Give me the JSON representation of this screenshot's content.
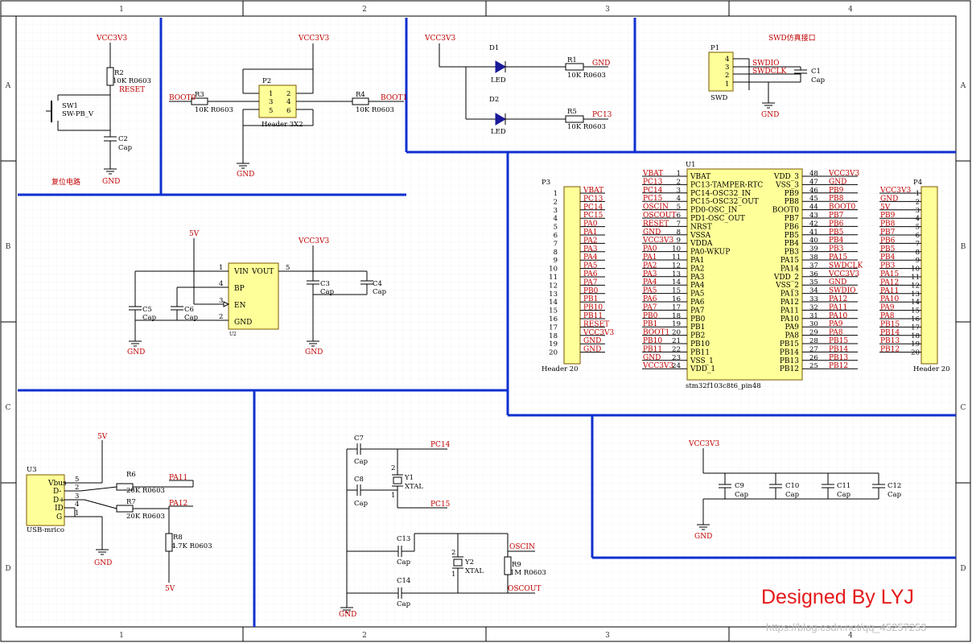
{
  "border": {
    "columns": [
      "1",
      "2",
      "3",
      "4"
    ],
    "rows": [
      "A",
      "B",
      "C",
      "D"
    ]
  },
  "reset": {
    "vcc": "VCC3V3",
    "r2": "R2",
    "r2_val": "10K R0603",
    "net": "RESET",
    "sw": "SW1",
    "sw_type": "SW-PB_V",
    "c2": "C2",
    "c2_val": "Cap",
    "gnd": "GND",
    "title": "复位电路"
  },
  "boot": {
    "vcc": "VCC3V3",
    "p2": "P2",
    "p2_type": "Header 3X2",
    "pins": [
      "1",
      "2",
      "3",
      "4",
      "5",
      "6"
    ],
    "boot0": "BOOT0",
    "r3": "R3",
    "r3_val": "10K R0603",
    "r4": "R4",
    "r4_val": "10K R0603",
    "boot1": "BOOT1",
    "gnd": "GND"
  },
  "leds": {
    "vcc": "VCC3V3",
    "d1": "D1",
    "d1_type": "LED",
    "r1": "R1",
    "r1_val": "10K R0603",
    "gnd": "GND",
    "d2": "D2",
    "d2_type": "LED",
    "r5": "R5",
    "r5_val": "10K R0603",
    "pc13": "PC13"
  },
  "swd": {
    "title": "SWD仿真接口",
    "p1": "P1",
    "p1_type": "SWD",
    "pins": [
      "4",
      "3",
      "2",
      "1"
    ],
    "swdio": "SWDIO",
    "swdclk": "SWDCLK",
    "c1": "C1",
    "c1_val": "Cap",
    "gnd": "GND"
  },
  "regulator": {
    "v5": "5V",
    "vcc": "VCC3V3",
    "vin": "VIN",
    "vout": "VOUT",
    "bp": "BP",
    "en": "EN",
    "gnd_pin": "GND",
    "pin1": "1",
    "pin4": "4",
    "pin3": "3",
    "pin2": "2",
    "pin5": "5",
    "u2": "U2",
    "c3": "C3",
    "c4": "C4",
    "c5": "C5",
    "c6": "C6",
    "cap": "Cap",
    "gnd": "GND"
  },
  "p3": {
    "ref": "P3",
    "type": "Header 20",
    "nets": [
      "VBAT",
      "PC13",
      "PC14",
      "PC15",
      "PA0",
      "PA1",
      "PA2",
      "PA3",
      "PA4",
      "PA5",
      "PA6",
      "PA7",
      "PB0",
      "PB1",
      "PB10",
      "PB11",
      "RESET",
      "VCC3V3",
      "GND",
      "GND"
    ]
  },
  "p4": {
    "ref": "P4",
    "type": "Header 20",
    "nets": [
      "VCC3V3",
      "GND",
      "5V",
      "PB9",
      "PB8",
      "PB7",
      "PB6",
      "PB5",
      "PB4",
      "PB3",
      "PA15",
      "PA12",
      "PA11",
      "PA10",
      "PA9",
      "PA8",
      "PB15",
      "PB14",
      "PB13",
      "PB12"
    ]
  },
  "mcu": {
    "ref": "U1",
    "type": "stm32f103c8t6_pin48",
    "left_nets": [
      "VBAT",
      "PC13",
      "PC14",
      "PC15",
      "OSCIN",
      "OSCOUT",
      "RESET",
      "GND",
      "VCC3V3",
      "PA0",
      "PA1",
      "PA2",
      "PA3",
      "PA4",
      "PA5",
      "PA6",
      "PA7",
      "PB0",
      "PB1",
      "BOOT1",
      "PB10",
      "PB11",
      "GND",
      "VCC3V3"
    ],
    "left_names": [
      "VBAT",
      "PC13-TAMPER-RTC",
      "PC14-OSC32_IN",
      "PC15-OSC32_OUT",
      "PD0-OSC_IN",
      "PD1-OSC_OUT",
      "NRST",
      "VSSA",
      "VDDA",
      "PA0-WKUP",
      "PA1",
      "PA2",
      "PA3",
      "PA4",
      "PA5",
      "PA6",
      "PA7",
      "PB0",
      "PB1",
      "PB2",
      "PB10",
      "PB11",
      "VSS_1",
      "VDD_1"
    ],
    "left_nums": [
      "1",
      "2",
      "3",
      "4",
      "5",
      "6",
      "7",
      "8",
      "9",
      "10",
      "11",
      "12",
      "13",
      "14",
      "15",
      "16",
      "17",
      "18",
      "19",
      "20",
      "21",
      "22",
      "23",
      "24"
    ],
    "right_names": [
      "VDD_3",
      "VSS_3",
      "PB9",
      "PB8",
      "BOOT0",
      "PB7",
      "PB6",
      "PB5",
      "PB4",
      "PB3",
      "PA15",
      "PA14",
      "VDD_2",
      "VSS_2",
      "PA13",
      "PA12",
      "PA11",
      "PA10",
      "PA9",
      "PA8",
      "PB15",
      "PB14",
      "PB13",
      "PB12"
    ],
    "right_nums": [
      "48",
      "47",
      "46",
      "45",
      "44",
      "43",
      "42",
      "41",
      "40",
      "39",
      "38",
      "37",
      "36",
      "35",
      "34",
      "33",
      "32",
      "31",
      "30",
      "29",
      "28",
      "27",
      "26",
      "25"
    ],
    "right_nets": [
      "VCC3V3",
      "GND",
      "PB9",
      "PB8",
      "BOOT0",
      "PB7",
      "PB6",
      "PB5",
      "PB4",
      "PB3",
      "PA15",
      "SWDCLK",
      "VCC3V3",
      "GND",
      "SWDIO",
      "PA12",
      "PA11",
      "PA10",
      "PA9",
      "PA8",
      "PB15",
      "PB14",
      "PB13",
      "PB12"
    ]
  },
  "usb": {
    "ref": "U3",
    "type": "USB-mrico",
    "v5": "5V",
    "pins": [
      "Vbus",
      "D-",
      "D+",
      "ID",
      "G"
    ],
    "nums": [
      "5",
      "2",
      "3",
      "4",
      "1"
    ],
    "r6": "R6",
    "r6_val": "20K R0603",
    "pa11": "PA11",
    "r7": "R7",
    "r7_val": "20K R0603",
    "pa12": "PA12",
    "r8": "R8",
    "r8_val": "4.7K R0603",
    "v5b": "5V",
    "gnd": "GND"
  },
  "crystal": {
    "c7": "C7",
    "c8": "C8",
    "cap": "Cap",
    "pc14": "PC14",
    "pc15": "PC15",
    "y1": "Y1",
    "y1_type": "XTAL",
    "p1": "1",
    "p2": "2",
    "c13": "C13",
    "c14": "C14",
    "y2": "Y2",
    "y2_type": "XTAL",
    "r9": "R9",
    "r9_val": "1M R0603",
    "oscin": "OSCIN",
    "oscout": "OSCOUT",
    "gnd": "GND"
  },
  "decoupling": {
    "vcc": "VCC3V3",
    "caps": [
      "C9",
      "C10",
      "C11",
      "C12"
    ],
    "cap": "Cap",
    "gnd": "GND"
  },
  "designer": "Designed By LYJ",
  "watermark": "https://blog.csdn.net/qq_45257253"
}
